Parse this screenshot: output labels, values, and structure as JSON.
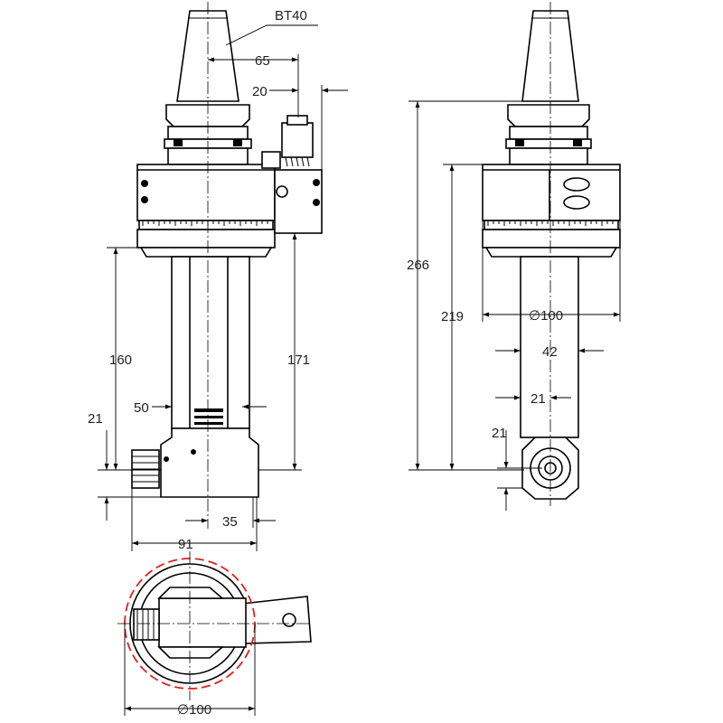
{
  "labels": {
    "taper": "BT40",
    "d65": "65",
    "d20": "20",
    "d160": "160",
    "d171": "171",
    "d50": "50",
    "d21_left": "21",
    "d35": "35",
    "d91": "91",
    "d266": "266",
    "d219": "219",
    "d100_side": "∅100",
    "d42": "42",
    "d21_mid": "21",
    "d21_right": "21",
    "d100_bottom": "∅100"
  },
  "colors": {
    "line": "#000000",
    "highlight": "#e0201c"
  }
}
